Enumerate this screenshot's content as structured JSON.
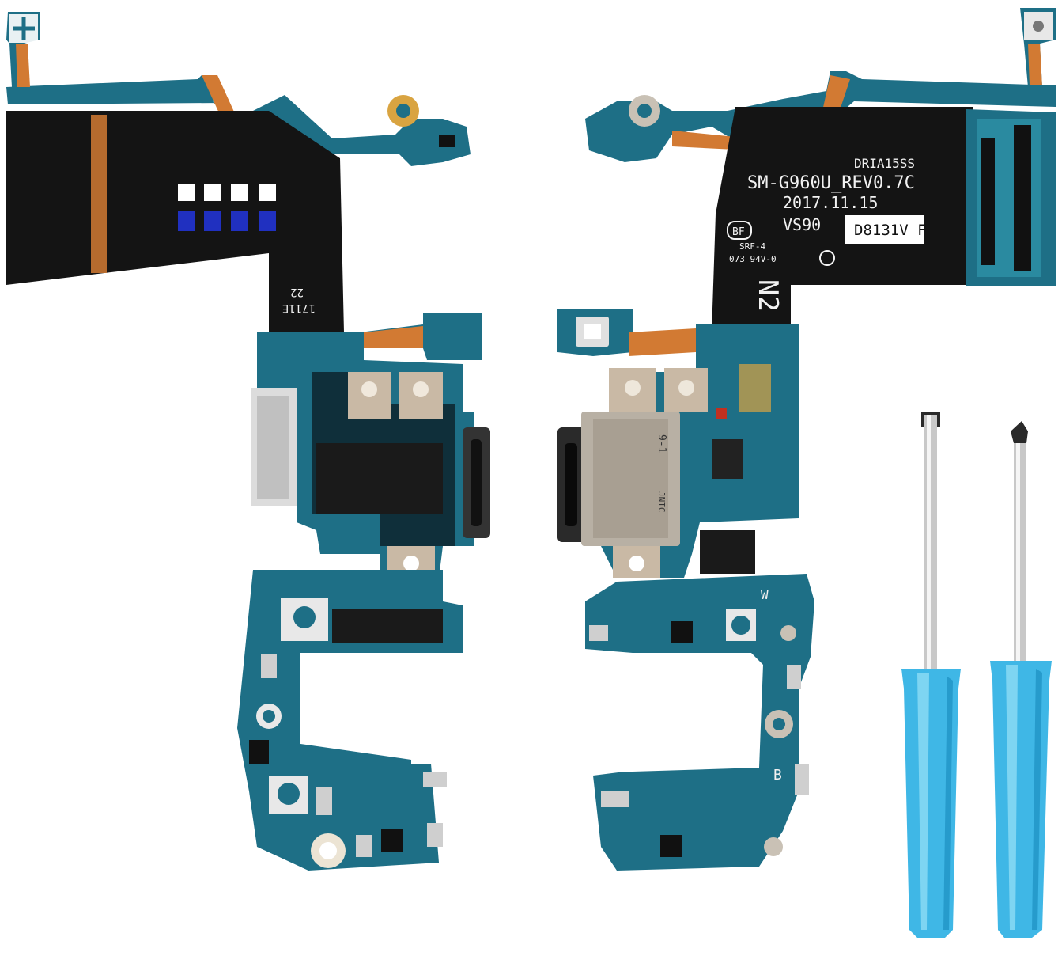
{
  "colors": {
    "background": "#ffffff",
    "pcb_teal": "#1e6f86",
    "pcb_teal_light": "#2a8aa0",
    "flex_black": "#141414",
    "flex_orange": "#d27a33",
    "gold_pad": "#d9a441",
    "metal": "#b8b0a4",
    "screwdriver_blue": "#3fb7e6"
  },
  "left_board": {
    "flex_text_a": "22",
    "flex_text_b": "1711E"
  },
  "right_board": {
    "label_code": "DRIA15SS",
    "model": "SM-G960U_REV0.7C",
    "date": "2017.11.15",
    "vs": "VS90",
    "sticker": "D8131V F",
    "bf_mark": "BF",
    "rating_a": "SRF-4",
    "rating_b": "073 94V-0",
    "n2_mark": "N2",
    "port_print_a": "9-1",
    "port_print_b": "JNTC",
    "silk_w": "W",
    "silk_b": "B"
  },
  "tools": [
    {
      "kind": "flathead-screwdriver"
    },
    {
      "kind": "phillips-screwdriver"
    }
  ]
}
